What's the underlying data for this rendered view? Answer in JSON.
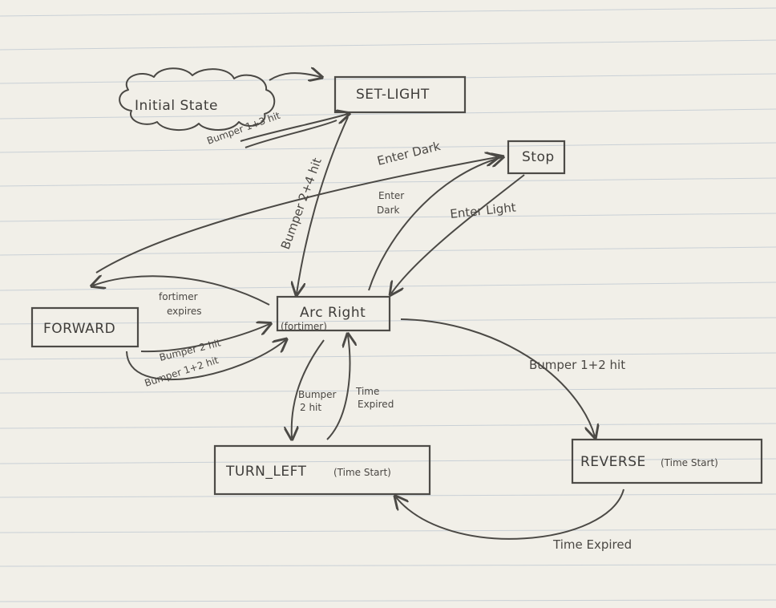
{
  "states": {
    "initial": "Initial State",
    "set_light": "SET-LIGHT",
    "stop": "Stop",
    "forward": "FORWARD",
    "arc_right": "Arc Right",
    "arc_right_sub": "(fortimer)",
    "turn_left": "TURN_LEFT",
    "turn_left_sub": "(Time Start)",
    "reverse": "REVERSE",
    "reverse_sub": "(Time Start)"
  },
  "transitions": {
    "bumper_1_3": "Bumper 1+3 hit",
    "bumper_2_4": "Bumper 2+4 hit",
    "enter_dark_forward": "Enter Dark",
    "enter_dark_arc": "Enter",
    "enter_dark_arc2": "Dark",
    "enter_light": "Enter Light",
    "fortimer_expires_1": "fortimer",
    "fortimer_expires_2": "expires",
    "bumper_2": "Bumper 2 hit",
    "bumper_1_2_fwd": "Bumper 1+2 hit",
    "bumper_1_2_rev": "Bumper 1+2 hit",
    "bumper_2_turn_1": "Bumper",
    "bumper_2_turn_2": "2 hit",
    "time_expired_turn_1": "Time",
    "time_expired_turn_2": "Expired",
    "time_expired_rev": "Time Expired"
  }
}
